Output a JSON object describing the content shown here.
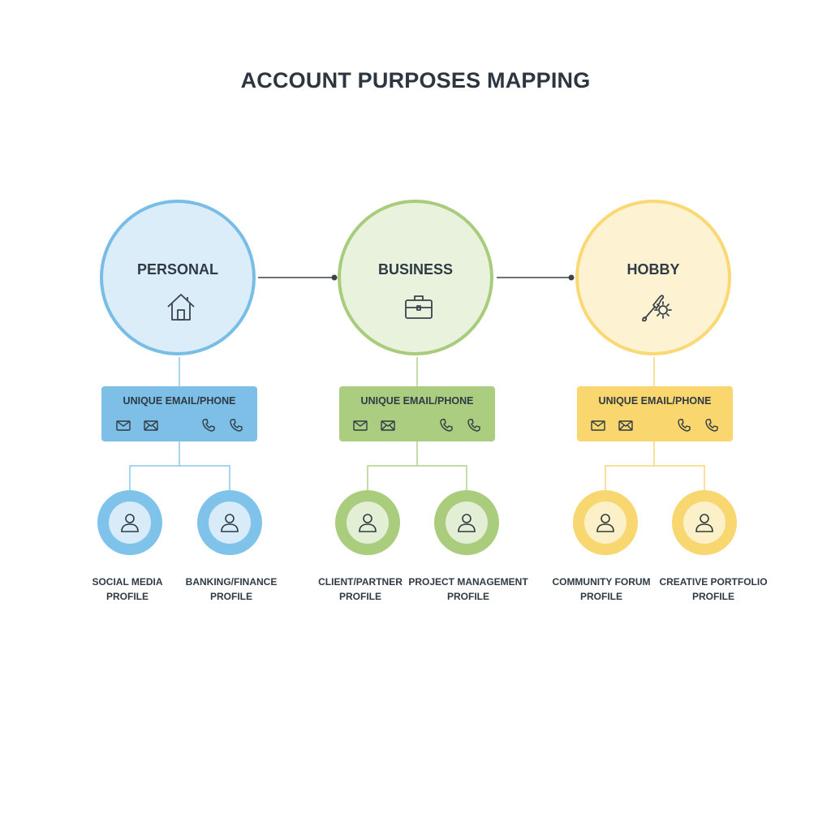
{
  "title": "ACCOUNT PURPOSES MAPPING",
  "categories": [
    {
      "name": "PERSONAL",
      "icon": "house-icon",
      "box_label": "UNIQUE EMAIL/PHONE",
      "colors": {
        "border": "#78bde6",
        "fill": "#dcedfa",
        "box": "#7dbfe6",
        "profile": "#80c3ea",
        "profile_inner": "#d7ebf9"
      },
      "profiles": [
        {
          "line1": "SOCIAL MEDIA",
          "line2": "PROFILE"
        },
        {
          "line1": "BANKING/FINANCE",
          "line2": "PROFILE"
        }
      ]
    },
    {
      "name": "BUSINESS",
      "icon": "briefcase-icon",
      "box_label": "UNIQUE EMAIL/PHONE",
      "colors": {
        "border": "#a8cc7c",
        "fill": "#e8f2dc",
        "box": "#aacd80",
        "profile": "#a9cc7d",
        "profile_inner": "#e3efd5"
      },
      "profiles": [
        {
          "line1": "CLIENT/PARTNER",
          "line2": "PROFILE"
        },
        {
          "line1": "PROJECT MANAGEMENT",
          "line2": "PROFILE"
        }
      ]
    },
    {
      "name": "HOBBY",
      "icon": "paintbrush-gear-icon",
      "box_label": "UNIQUE EMAIL/PHONE",
      "colors": {
        "border": "#fad874",
        "fill": "#fdf3d3",
        "box": "#f9d66e",
        "profile": "#f8d670",
        "profile_inner": "#fcf0c8"
      },
      "profiles": [
        {
          "line1": "COMMUNITY FORUM",
          "line2": "PROFILE"
        },
        {
          "line1": "CREATIVE PORTFOLIO",
          "line2": "PROFILE"
        }
      ]
    }
  ]
}
